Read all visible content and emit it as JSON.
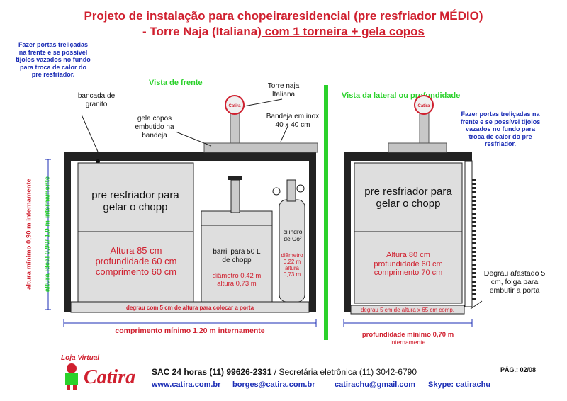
{
  "title": {
    "line1": "Projeto de instalação para chopeiraresidencial (pre resfriador MÉDIO)",
    "line2a": "- Torre Naja (Italiana)",
    "line2b": " com 1 torneira + gela copos"
  },
  "notes": {
    "ports_left": "Fazer portas treliçadas na frente e se possível tijolos vazados no fundo para troca de calor do pre resfriador.",
    "ports_right": "Fazer portas treliçadas na frente e se possível tijolos vazados no fundo para troca de calor do pre resfriador."
  },
  "views": {
    "front": "Vista de frente",
    "side": "Vista da lateral ou profundidade"
  },
  "front_labels": {
    "bancada": "bancada de granito",
    "gela_copos": "gela copos embutido na bandeja",
    "torre": "Torre naja Italiana",
    "bandeja": "Bandeja em inox 40 x 40 cm",
    "pre_resfriador": "pre resfriador para gelar o chopp",
    "pre_altura": "Altura 85 cm",
    "pre_prof": "profundidade 60 cm",
    "pre_comp": "comprimento 60 cm",
    "barril": "barril para 50 L de chopp",
    "barril_diam": "diâmetro 0,42 m",
    "barril_alt": "altura 0,73 m",
    "cilindro": "cilindro de Co²",
    "cil_diam": "diâmetro 0,22 m",
    "cil_alt": "altura 0,73 m",
    "degrau": "degrau com 5 cm de altura para colocar a porta",
    "comprimento_min": "comprimento mínimo 1,20 m internamente",
    "altura_min": "altura mínimo 0,90 m internamente",
    "altura_ideal": "altura ideal 0,90/ 1,0 m internamente"
  },
  "side_labels": {
    "pre_resfriador": "pre resfriador para gelar o chopp",
    "altura": "Altura 80 cm",
    "prof": "profundidade 60 cm",
    "comp": "comprimento 70 cm",
    "degrau": "degrau  5 cm de altura x 65 cm comp.",
    "degrau_afastado": "Degrau afastado 5 cm, folga para embutir a porta",
    "profundidade_min": "profundidade mínimo 0,70 m",
    "internamente": "internamente"
  },
  "footer": {
    "logo_top": "Loja Virtual",
    "logo": "Catira",
    "sac": "SAC 24 horas (11) 99626-2331",
    "sec": " / Secretária eletrônica (11) 3042-6790",
    "site": "www.catira.com.br",
    "email1": "borges@catira.com.br",
    "email2": "catirachu@gmail.com",
    "skype": "Skype: catirachu",
    "page": "PÁG.: 02/08"
  },
  "colors": {
    "red": "#d0202f",
    "blue": "#1b2db5",
    "green": "#2bd12b"
  }
}
